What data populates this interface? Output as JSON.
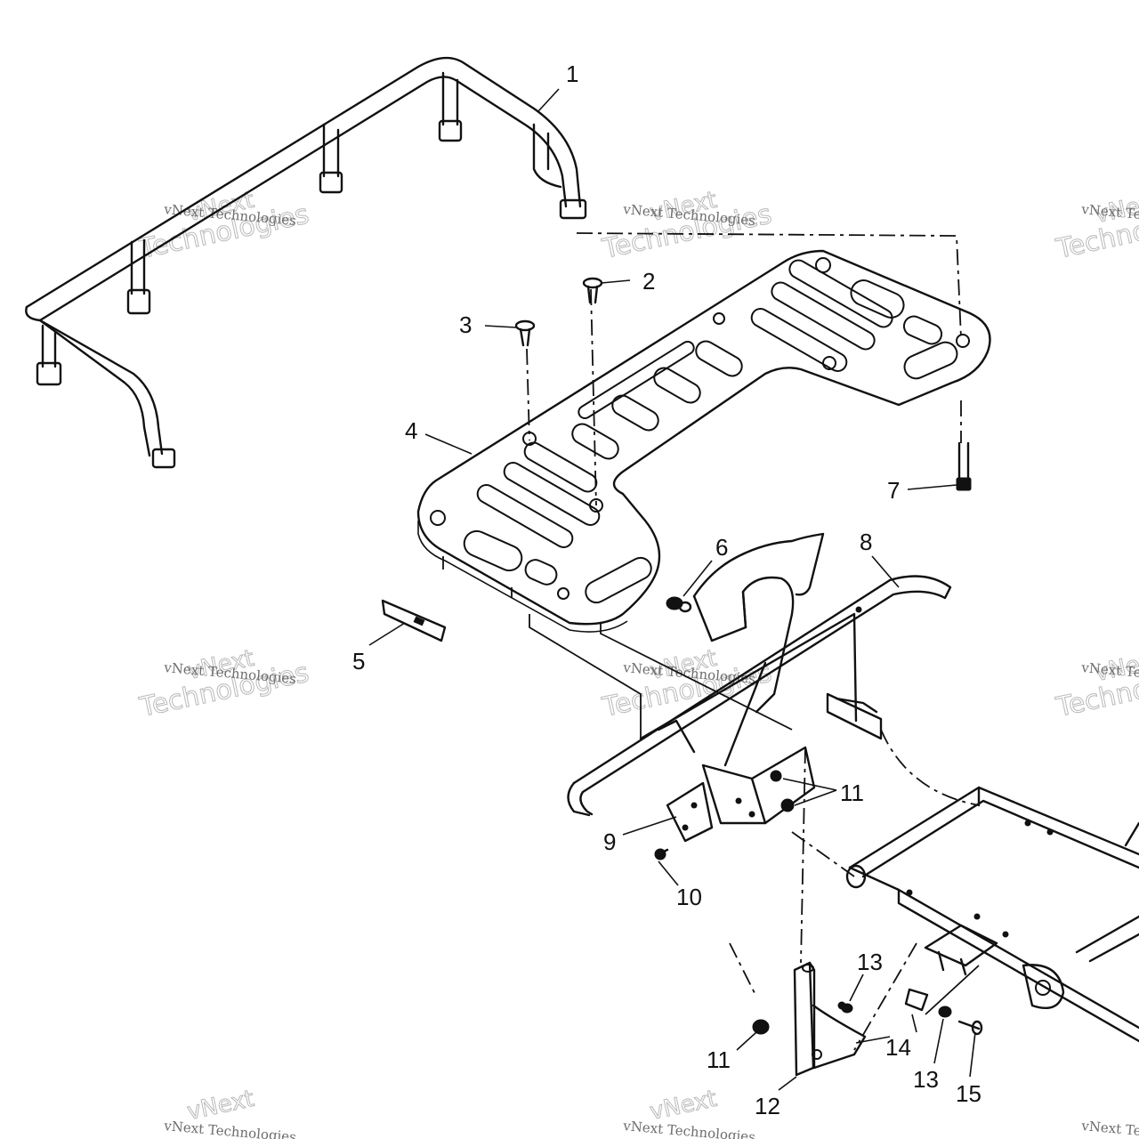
{
  "callouts": [
    "1",
    "2",
    "3",
    "4",
    "5",
    "6",
    "7",
    "8",
    "9",
    "10",
    "11",
    "11",
    "12",
    "13",
    "13",
    "14",
    "15"
  ],
  "watermark": {
    "line1": "vNext",
    "line2": "Technologies",
    "small": "vNext Technologies"
  }
}
